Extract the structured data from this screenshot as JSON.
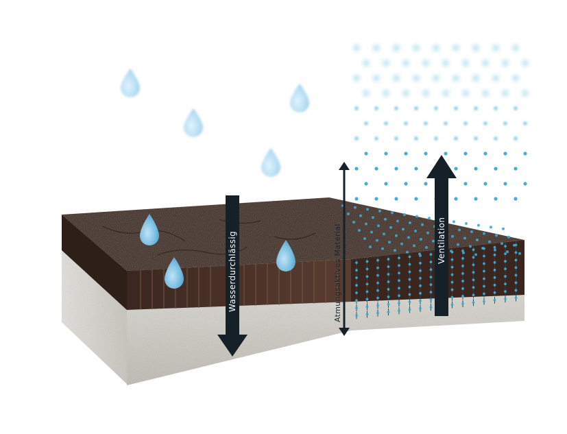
{
  "labels": {
    "waterproof": "Wasserdurchlässig",
    "breathable": "Atmungsaktives Material",
    "ventilation": "Ventilation"
  },
  "colors": {
    "arrow_dark": "#162029",
    "soil_top": "#3a2820",
    "soil_side": "#4a3128",
    "concrete": "#cfccc4",
    "water_drop": "#7cc4ea",
    "vapor_dot": "#3fa9d1"
  }
}
